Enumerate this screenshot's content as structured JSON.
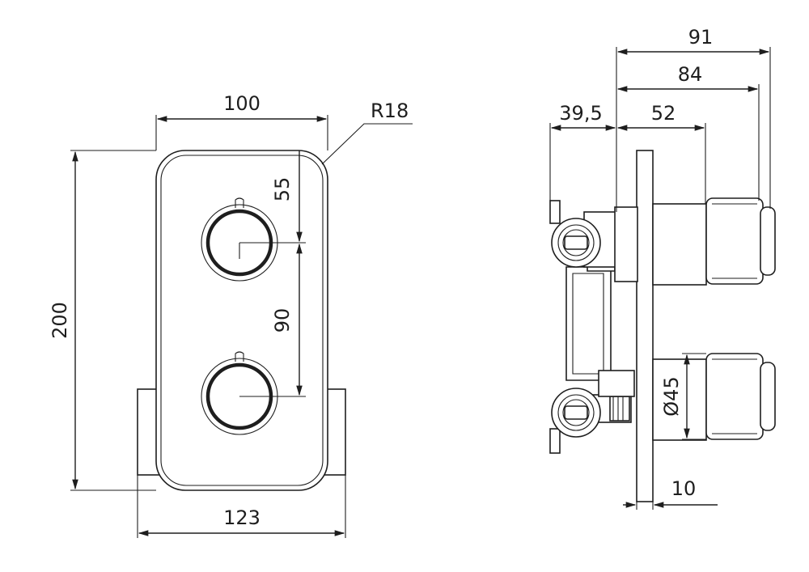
{
  "front_view": {
    "width_label": "100",
    "radius_label": "R18",
    "height_label": "200",
    "upper_offset_label": "55",
    "spacing_label": "90",
    "base_width_label": "123"
  },
  "side_view": {
    "overall_depth_label": "91",
    "knob_depth_label": "84",
    "body_depth_label": "39,5",
    "front_depth_label": "52",
    "knob_diameter_label": "Ø45",
    "plate_thickness_label": "10"
  }
}
